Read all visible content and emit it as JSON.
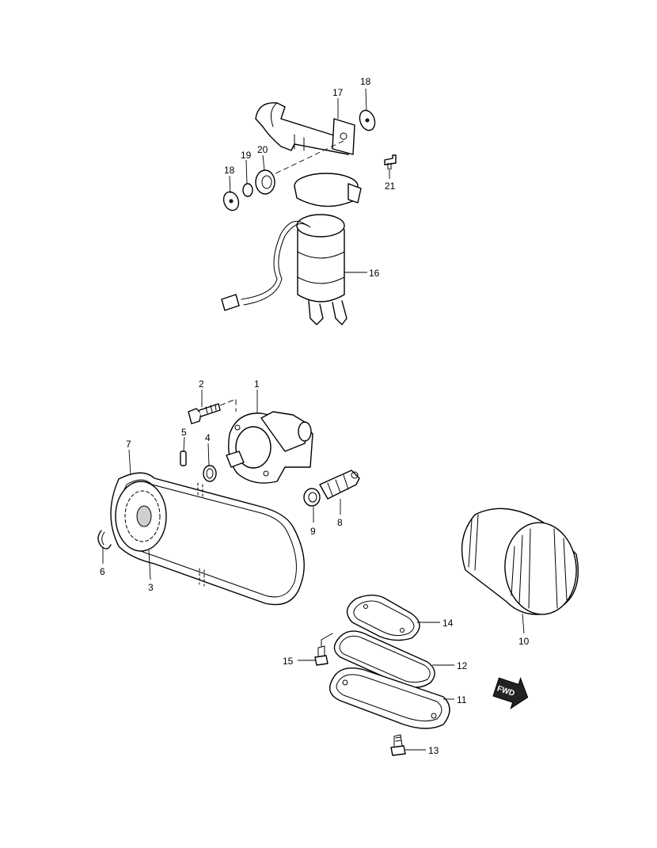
{
  "callouts": [
    {
      "id": "1",
      "text": "1"
    },
    {
      "id": "2",
      "text": "2"
    },
    {
      "id": "3",
      "text": "3"
    },
    {
      "id": "4",
      "text": "4"
    },
    {
      "id": "5",
      "text": "5"
    },
    {
      "id": "6",
      "text": "6"
    },
    {
      "id": "7",
      "text": "7"
    },
    {
      "id": "8",
      "text": "8"
    },
    {
      "id": "9",
      "text": "9"
    },
    {
      "id": "10",
      "text": "10"
    },
    {
      "id": "11",
      "text": "11"
    },
    {
      "id": "12",
      "text": "12"
    },
    {
      "id": "13",
      "text": "13"
    },
    {
      "id": "14",
      "text": "14"
    },
    {
      "id": "15",
      "text": "15"
    },
    {
      "id": "16",
      "text": "16"
    },
    {
      "id": "17",
      "text": "17"
    },
    {
      "id": "18a",
      "text": "18"
    },
    {
      "id": "18b",
      "text": "18"
    },
    {
      "id": "19",
      "text": "19"
    },
    {
      "id": "20",
      "text": "20"
    },
    {
      "id": "21",
      "text": "21"
    }
  ],
  "fwd_badge": {
    "text": "FWD"
  }
}
